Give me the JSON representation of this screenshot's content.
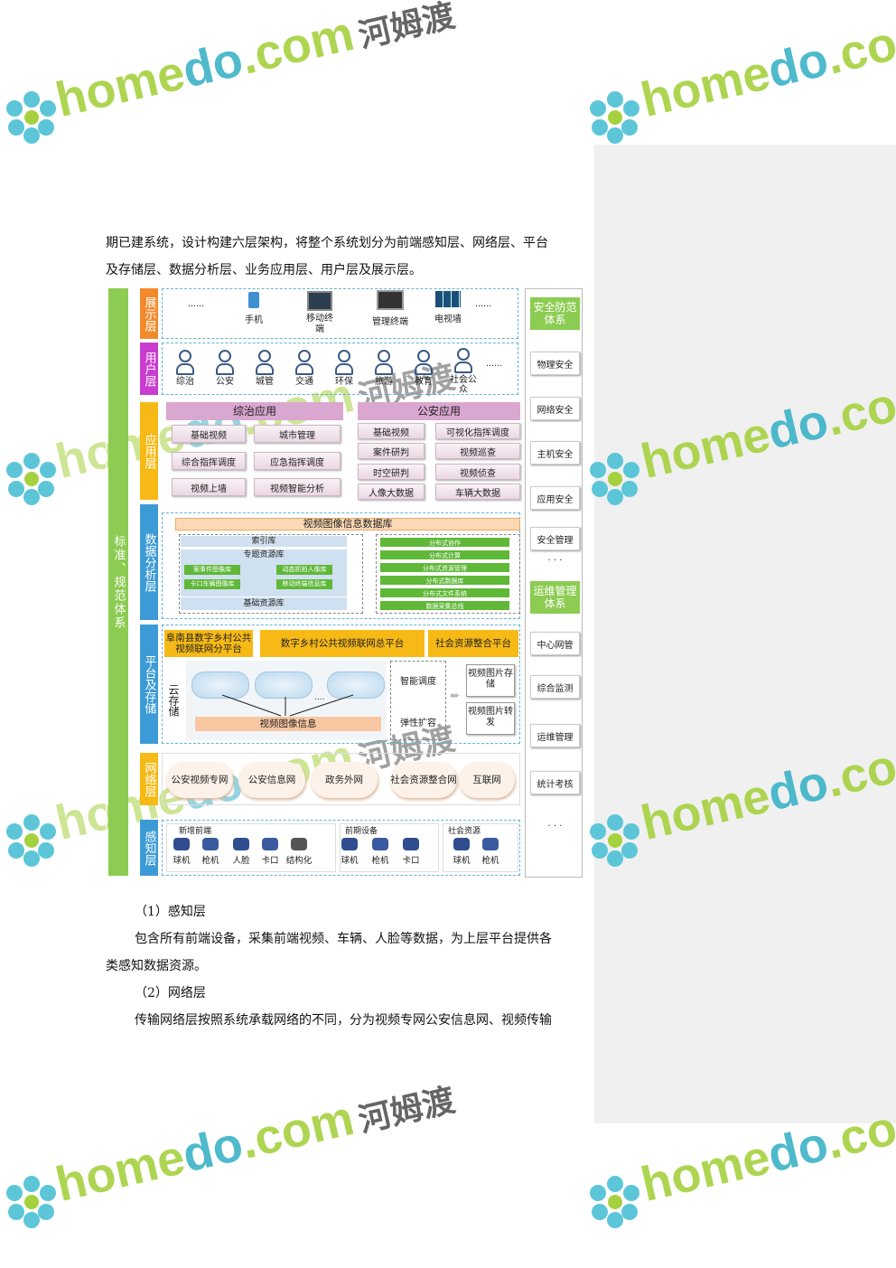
{
  "watermark": {
    "brand_part1": "home",
    "brand_part2": "do",
    "suffix": ".com",
    "cn": "河姆渡"
  },
  "paragraphs": {
    "intro_line1": "期已建系统，设计构建六层架构，将整个系统划分为前端感知层、网络层、平台",
    "intro_line2": "及存储层、数据分析层、业务应用层、用户层及展示层。",
    "s1_title": "（1）感知层",
    "s1_line1": "包含所有前端设备，采集前端视频、车辆、人脸等数据，为上层平台提供各",
    "s1_line2": "类感知数据资源。",
    "s2_title": "（2）网络层",
    "s2_line1": "传输网络层按照系统承载网络的不同，分为视频专网公安信息网、视频传输"
  },
  "diagram": {
    "left_column": "标准、规范体系",
    "layers": {
      "display": "展示层",
      "user": "用户层",
      "app": "应用层",
      "data": "数据分析层",
      "platform": "平台及存储",
      "network": "网络层",
      "sense": "感知层"
    },
    "display_items": [
      "......",
      "手机",
      "移动终端",
      "管理终端",
      "电视墙",
      "......"
    ],
    "users": [
      "综治",
      "公安",
      "城管",
      "交通",
      "环保",
      "旅游",
      "教育",
      "社会公众",
      "......"
    ],
    "app": {
      "zongzhi_title": "综治应用",
      "zongzhi_items": [
        "基础视频",
        "城市管理",
        "综合指挥调度",
        "应急指挥调度",
        "视频上墙",
        "视频智能分析"
      ],
      "gongan_title": "公安应用",
      "gongan_items": [
        "基础视频",
        "可视化指挥调度",
        "案件研判",
        "视频巡查",
        "时空研判",
        "视频侦查",
        "人像大数据",
        "车辆大数据"
      ]
    },
    "data": {
      "title": "视频图像信息数据库",
      "index": "索引库",
      "topic": "专题资源库",
      "topic_items": [
        "案事件图像库",
        "动态抓拍人像库",
        "卡口车辆图像库",
        "移动终端信息库"
      ],
      "base": "基础资源库",
      "dist": [
        "分布式协作",
        "分布式计算",
        "分布式资源管理",
        "分布式数据库",
        "分布式文件系统",
        "数据采集总线"
      ]
    },
    "platform": {
      "p1": "阜南县数字乡村公共视频联网分平台",
      "p2": "数字乡村公共视频联网总平台",
      "p3": "社会资源整合平台",
      "cloud_label": "云存储",
      "dots": "....",
      "video_info": "视频图像信息",
      "smart": "智能调度",
      "elastic": "弹性扩容",
      "store": "视频图片存储",
      "forward": "视频图片转发"
    },
    "network_items": [
      "公安视频专网",
      "公安信息网",
      "政务外网",
      "社会资源整合网",
      "互联网"
    ],
    "sense": {
      "g1_title": "新增前端",
      "g1_items": [
        "球机",
        "枪机",
        "人脸",
        "卡口",
        "结构化"
      ],
      "g2_title": "前期设备",
      "g2_items": [
        "球机",
        "枪机",
        "卡口"
      ],
      "g3_title": "社会资源",
      "g3_items": [
        "球机",
        "枪机"
      ]
    },
    "right": {
      "security_title": "安全防范体系",
      "security_items": [
        "物理安全",
        "网络安全",
        "主机安全",
        "应用安全",
        "安全管理",
        "· · ·"
      ],
      "ops_title": "运维管理体系",
      "ops_items": [
        "中心网管",
        "综合监测",
        "运维管理",
        "统计考核",
        "· · ·"
      ]
    }
  }
}
